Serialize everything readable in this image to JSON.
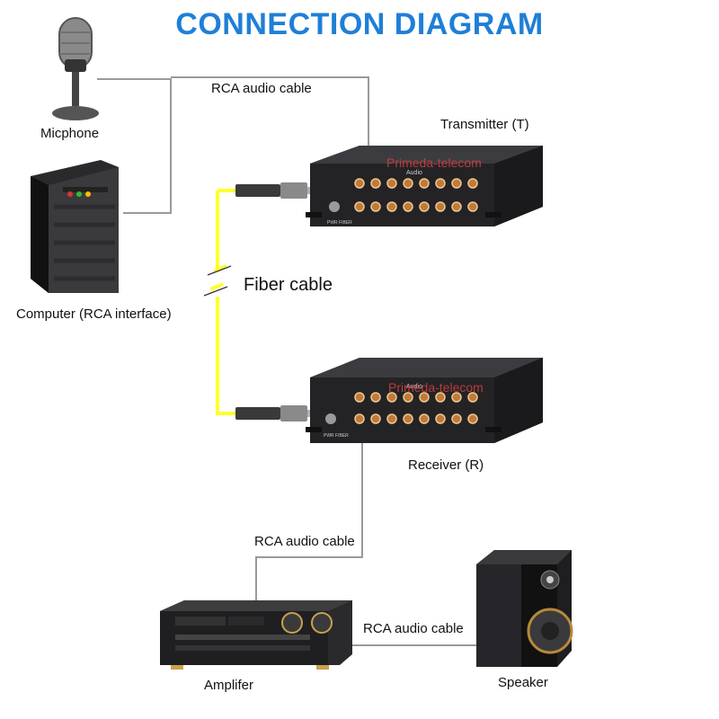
{
  "title": "CONNECTION DIAGRAM",
  "colors": {
    "title": "#1f7fd6",
    "fiber": "#ffff2e",
    "cable": "#9a9a9a",
    "device": "#1c1c1e",
    "watermark": "#e04040"
  },
  "labels": {
    "rca_top": "RCA audio cable",
    "microphone": "Micphone",
    "computer": "Computer (RCA interface)",
    "transmitter": "Transmitter (T)",
    "fiber": "Fiber cable",
    "receiver": "Receiver (R)",
    "rca_bottom": "RCA audio cable",
    "rca_speaker": "RCA audio cable",
    "amplifier": "Amplifer",
    "speaker": "Speaker"
  },
  "watermark": "Primeda-telecom",
  "device_text": {
    "audio": "Audio",
    "fiber_port": "PWR FIBER"
  }
}
